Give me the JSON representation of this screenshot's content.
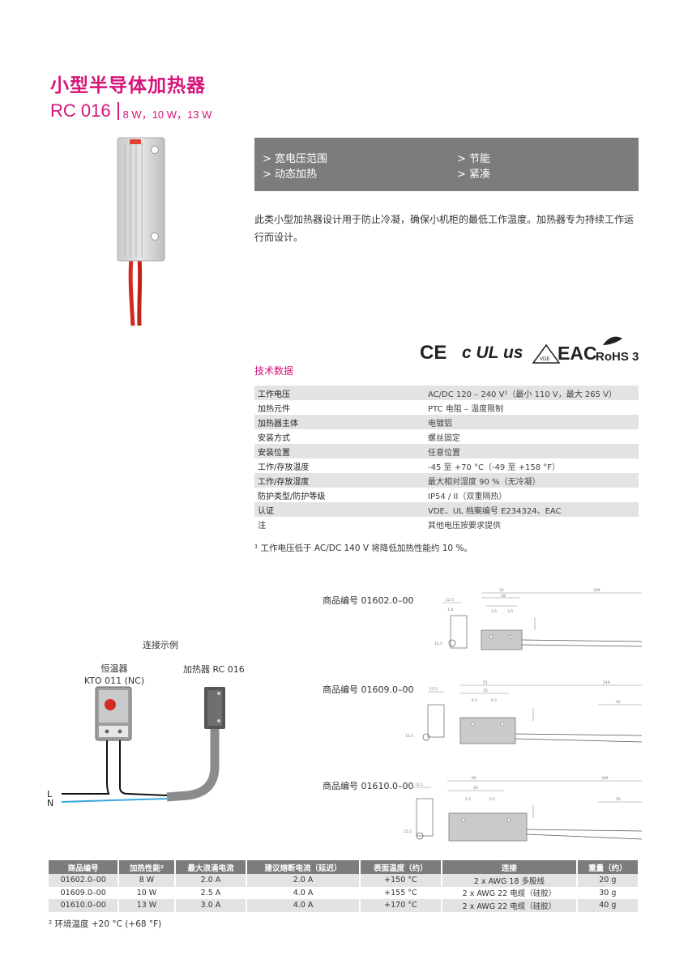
{
  "header": {
    "title": "小型半导体加热器",
    "model": "RC 016",
    "wattages": "8 W，10 W，13 W"
  },
  "features": {
    "items": [
      "> 宽电压范围",
      "> 动态加热",
      "> 节能",
      "> 紧凑"
    ]
  },
  "description": "此类小型加热器设计用于防止冷凝，确保小机柜的最低工作温度。加热器专为持续工作运行而设计。",
  "certifications": {
    "ce": "CE",
    "ul": "c UL us",
    "vde": "VDE",
    "eac": "EAC",
    "rohs": "RoHS 3"
  },
  "tech": {
    "title": "技术数据",
    "rows": [
      {
        "key": "工作电压",
        "value": "AC/DC 120 – 240 V¹（最小 110 V，最大 265 V）"
      },
      {
        "key": "加热元件",
        "value": "PTC 电阻 – 温度限制"
      },
      {
        "key": "加热器主体",
        "value": "电镀铝"
      },
      {
        "key": "安装方式",
        "value": "螺丝固定"
      },
      {
        "key": "安装位置",
        "value": "任意位置"
      },
      {
        "key": "工作/存放温度",
        "value": "-45 至 +70 °C（-49 至 +158 °F）"
      },
      {
        "key": "工作/存放湿度",
        "value": "最大相对湿度 90 %（无冷凝）"
      },
      {
        "key": "防护类型/防护等级",
        "value": "IP54 / II（双重隔热）"
      },
      {
        "key": "认证",
        "value": "VDE、UL 档案编号 E234324、EAC"
      },
      {
        "key": "注",
        "value": "其他电压按要求提供"
      }
    ],
    "footnote": "¹ 工作电压低于 AC/DC 140 V 将降低加热性能约 10 %。"
  },
  "drawings": [
    {
      "label": "商品编号 01602.0–00"
    },
    {
      "label": "商品编号 01609.0–00"
    },
    {
      "label": "商品编号 01610.0–00"
    }
  ],
  "wiring": {
    "title": "连接示例",
    "thermostat_line1": "恒温器",
    "thermostat_line2": "KTO 011 (NC)",
    "heater": "加热器 RC 016",
    "l": "L",
    "n": "N"
  },
  "order_table": {
    "headers": [
      "商品编号",
      "加热性能²",
      "最大浪涌电流",
      "建议熔断电流（延迟）",
      "表面温度（约）",
      "连接",
      "重量（约）"
    ],
    "rows": [
      [
        "01602.0–00",
        "8 W",
        "2.0 A",
        "2.0 A",
        "+150 °C",
        "2 x AWG 18 多股线",
        "20 g"
      ],
      [
        "01609.0–00",
        "10 W",
        "2.5 A",
        "4.0 A",
        "+155 °C",
        "2 x AWG 22 电缆（硅胶）",
        "30 g"
      ],
      [
        "01610.0–00",
        "13 W",
        "3.0 A",
        "4.0 A",
        "+170 °C",
        "2 x AWG 22 电缆（硅胶）",
        "40 g"
      ]
    ],
    "footnote": "² 环境温度 +20 °C (+68 °F)"
  },
  "colors": {
    "accent": "#d6147a",
    "gray_box": "#7b7c7e",
    "row_shade": "#e3e3e4",
    "wire_l": "#111111",
    "wire_n": "#3aa8e0",
    "cable_red": "#d42a1f"
  }
}
